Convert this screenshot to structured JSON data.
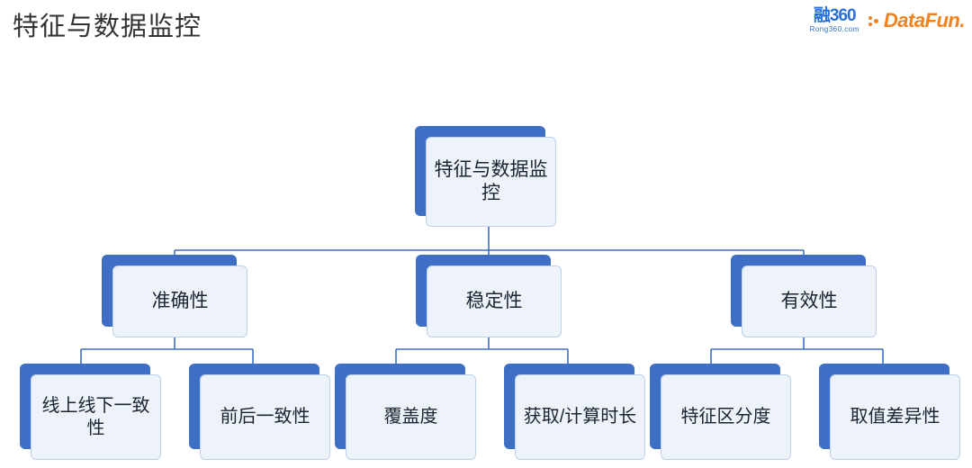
{
  "header": {
    "title": "特征与数据监控",
    "logos": {
      "rong360": {
        "main": "融360",
        "sub": "Rong360.com"
      },
      "datafun": {
        "text": "DataFun.",
        "dots_icon": "three-dots-icon"
      }
    }
  },
  "diagram": {
    "type": "tree",
    "root": {
      "label": "特征与数据监控"
    },
    "branches": [
      {
        "label": "准确性",
        "children": [
          {
            "label": "线上线下一致性"
          },
          {
            "label": "前后一致性"
          }
        ]
      },
      {
        "label": "稳定性",
        "children": [
          {
            "label": "覆盖度"
          },
          {
            "label": "获取/计算时长"
          }
        ]
      },
      {
        "label": "有效性",
        "children": [
          {
            "label": "特征区分度"
          },
          {
            "label": "取值差异性"
          }
        ]
      }
    ],
    "colors": {
      "shadow": "#3f6fc4",
      "face": "#eef3fb",
      "border": "#bcd0ea",
      "connector": "#3f6fc4",
      "title_text": "#333333"
    }
  }
}
